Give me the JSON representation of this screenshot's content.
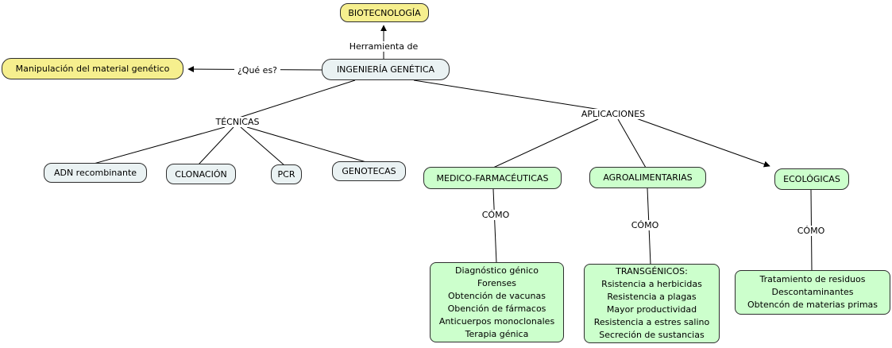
{
  "colors": {
    "node-yellow": "#f6ef8e",
    "node-blue": "#eaf2f3",
    "node-green": "#ccffcc",
    "line": "#000000"
  },
  "nodes": {
    "biotecnologia": {
      "label": "BIOTECNOLOGÍA"
    },
    "manipulacion": {
      "label": "Manipulación del material genético"
    },
    "ingenieria": {
      "label": "INGENIERÍA GENÉTICA"
    },
    "adn_recombinante": {
      "label": "ADN recombinante"
    },
    "clonacion": {
      "label": "CLONACIÓN"
    },
    "pcr": {
      "label": "PCR"
    },
    "genotecas": {
      "label": "GENOTECAS"
    },
    "medico_farmaceuticas": {
      "label": "MEDICO-FARMACÉUTICAS"
    },
    "agroalimentarias": {
      "label": "AGROALIMENTARIAS"
    },
    "ecologicas": {
      "label": "ECOLÓGICAS"
    },
    "medico_detalle": {
      "lines": [
        "Diagnóstico génico",
        "Forenses",
        "Obtención de vacunas",
        "Obención de fármacos",
        "Anticuerpos monoclonales",
        "Terapia génica"
      ]
    },
    "agro_detalle": {
      "lines": [
        "TRANSGÉNICOS:",
        "Rsistencia a herbicidas",
        "Resistencia a plagas",
        "Mayor productividad",
        "Resistencia a estres salino",
        "Secreción de sustancias"
      ]
    },
    "eco_detalle": {
      "lines": [
        "Tratamiento de residuos",
        "Descontaminantes",
        "Obtencón de materias primas"
      ]
    }
  },
  "linking_phrases": {
    "herramienta_de": "Herramienta de",
    "que_es": "¿Qué es?",
    "tecnicas": "TÉCNICAS",
    "aplicaciones": "APLICACIONES",
    "como_medico": "CÓMO",
    "como_agro": "CÓMO",
    "como_eco": "CÓMO"
  }
}
